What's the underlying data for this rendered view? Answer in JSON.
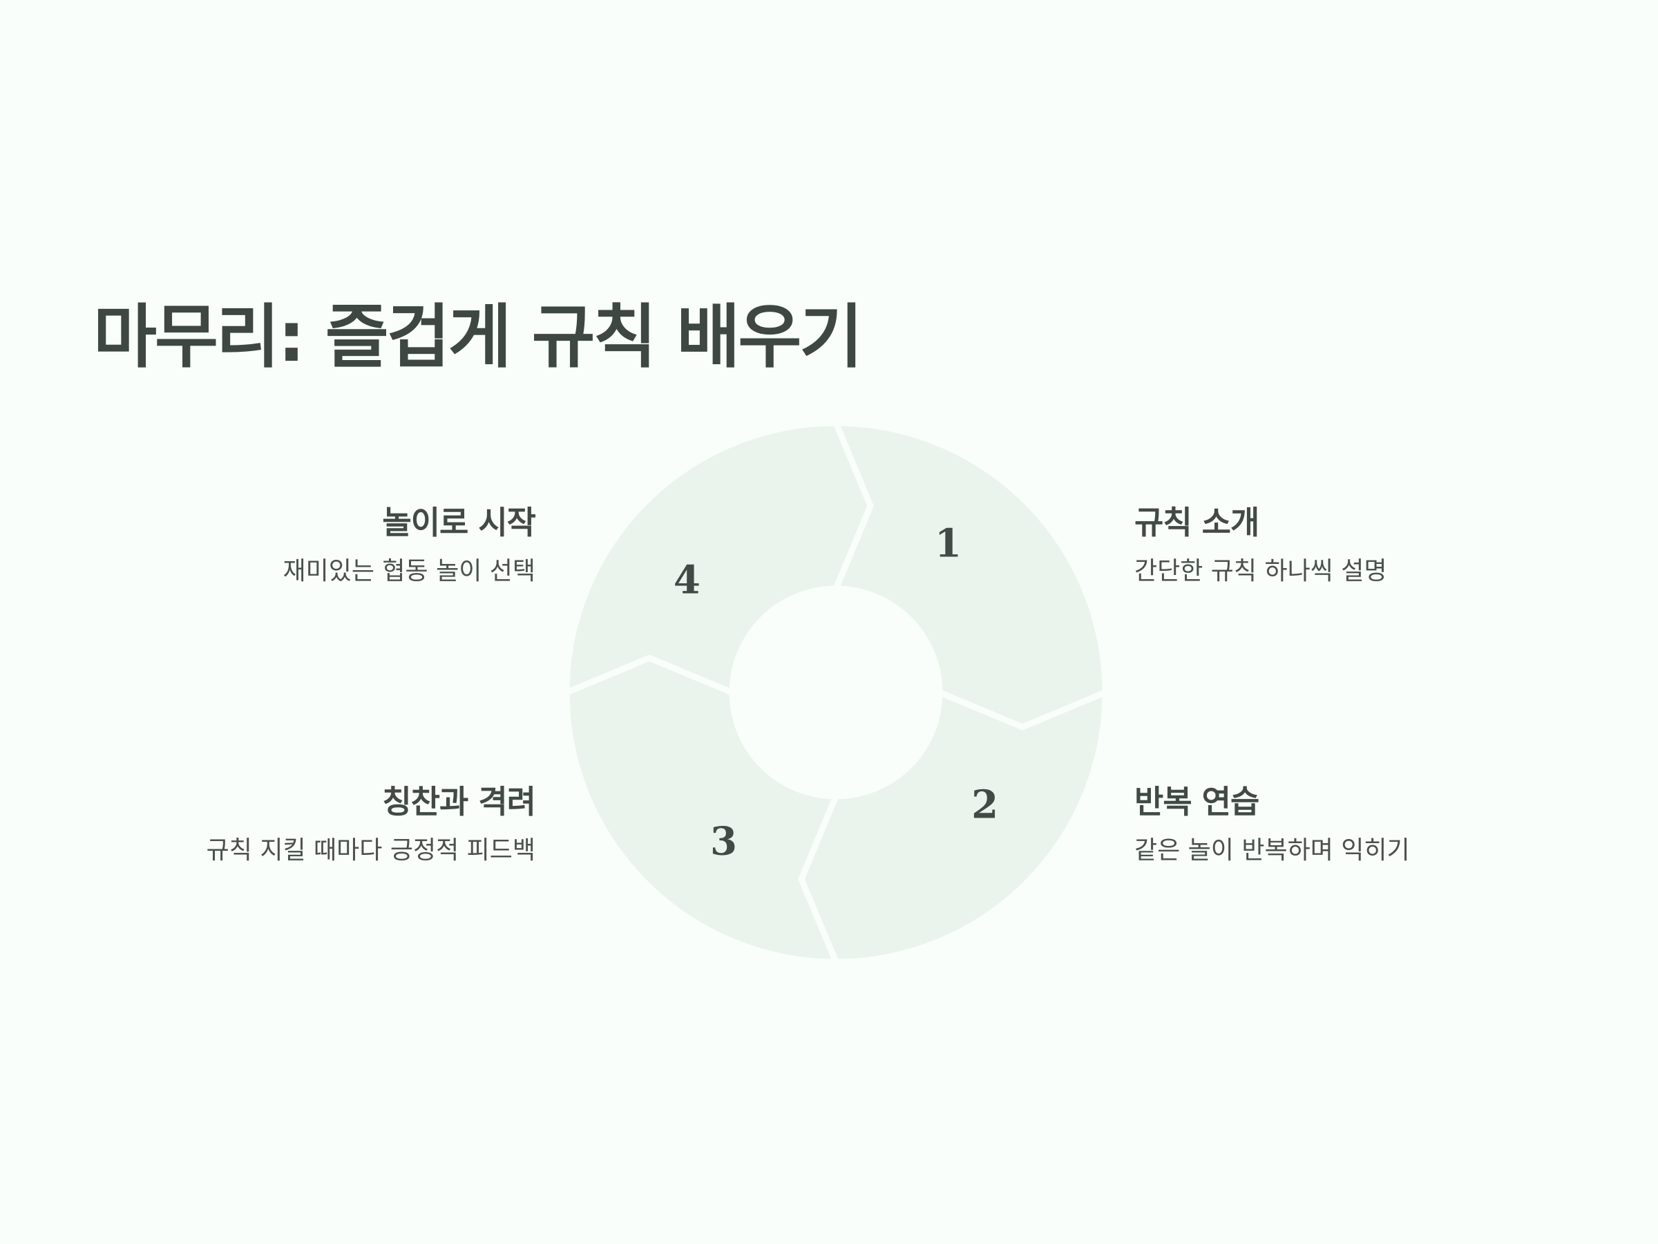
{
  "title": "마무리: 즐겁게 규칙 배우기",
  "colors": {
    "background": "#f9fefa",
    "segment": "#eaf3ec",
    "text": "#414a44"
  },
  "steps": [
    {
      "number": "1",
      "heading": "놀이로 시작",
      "description": "재미있는 협동 놀이 선택"
    },
    {
      "number": "2",
      "heading": "규칙 소개",
      "description": "간단한 규칙 하나씩 설명"
    },
    {
      "number": "3",
      "heading": "반복 연습",
      "description": "같은 놀이 반복하며 익히기"
    },
    {
      "number": "4",
      "heading": "칭찬과 격려",
      "description": "규칙 지킬 때마다 긍정적 피드백"
    }
  ]
}
